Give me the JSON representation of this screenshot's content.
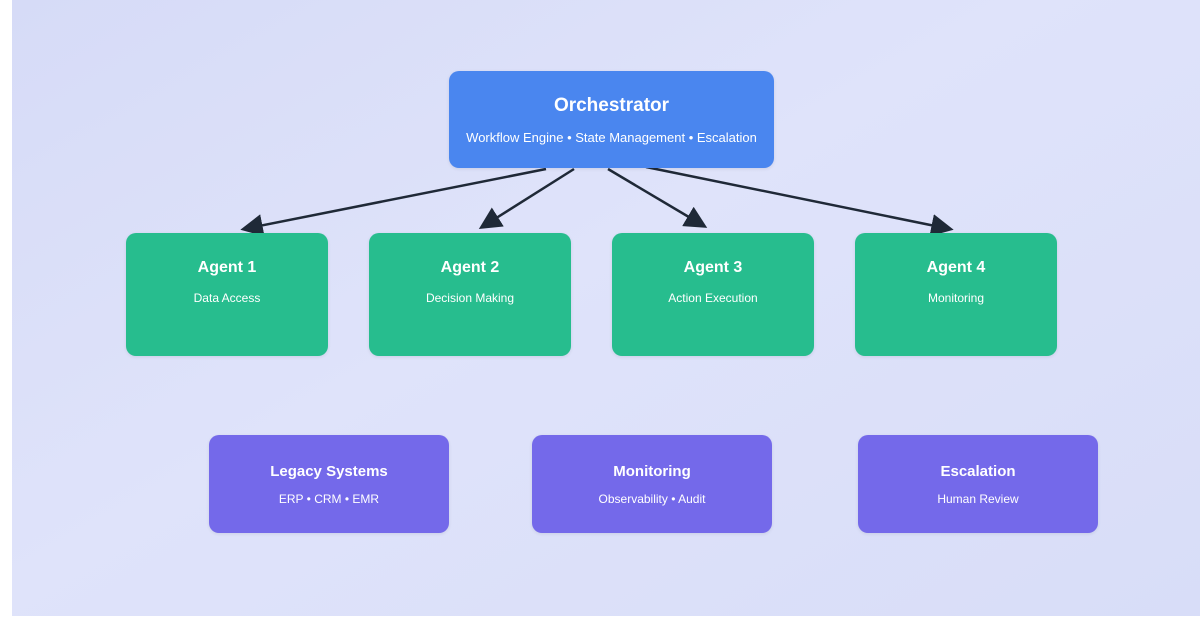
{
  "diagram": {
    "orchestrator": {
      "title": "Orchestrator",
      "subtitle": "Workflow Engine • State Management • Escalation",
      "color": "#4a86ef"
    },
    "agents": [
      {
        "title": "Agent 1",
        "subtitle": "Data Access"
      },
      {
        "title": "Agent 2",
        "subtitle": "Decision Making"
      },
      {
        "title": "Agent 3",
        "subtitle": "Action Execution"
      },
      {
        "title": "Agent 4",
        "subtitle": "Monitoring"
      }
    ],
    "agent_color": "#27bd8e",
    "systems": [
      {
        "title": "Legacy Systems",
        "subtitle": "ERP • CRM • EMR"
      },
      {
        "title": "Monitoring",
        "subtitle": "Observability • Audit"
      },
      {
        "title": "Escalation",
        "subtitle": "Human Review"
      }
    ],
    "system_color": "#7469ea",
    "arrow_color": "#1f2937",
    "edges": [
      {
        "from": "Orchestrator",
        "to": "Agent 1"
      },
      {
        "from": "Orchestrator",
        "to": "Agent 2"
      },
      {
        "from": "Orchestrator",
        "to": "Agent 3"
      },
      {
        "from": "Orchestrator",
        "to": "Agent 4"
      }
    ]
  }
}
